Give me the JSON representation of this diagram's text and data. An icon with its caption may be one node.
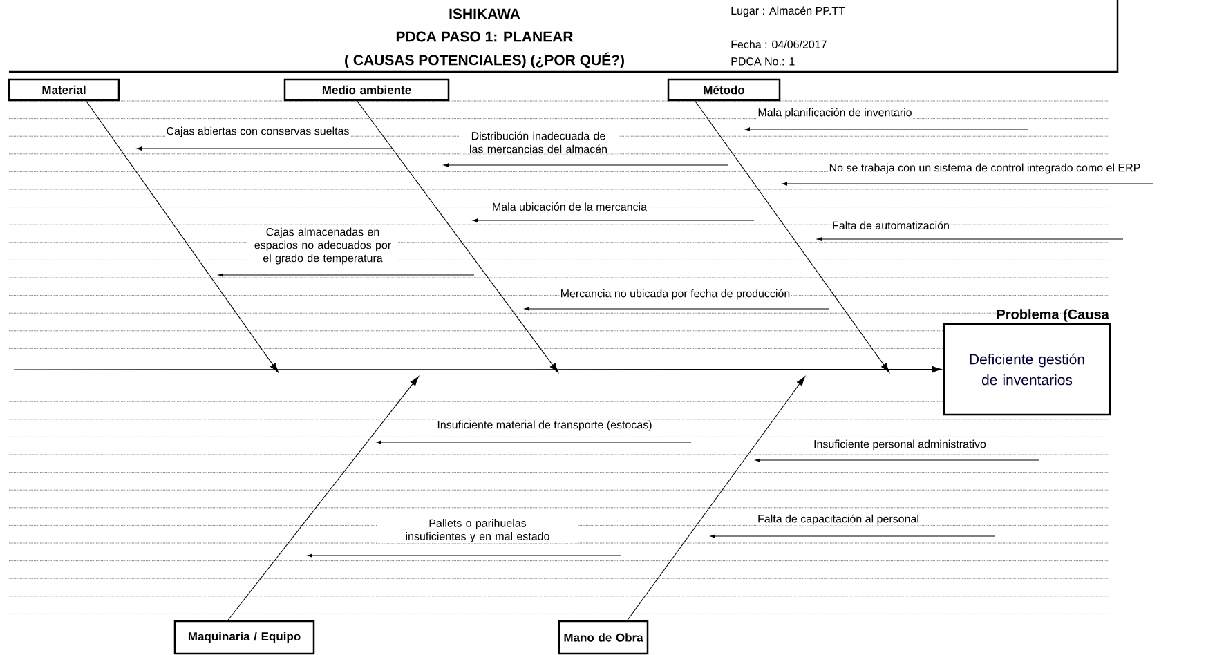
{
  "diagram": {
    "title": "ISHIKAWA",
    "nodes": [
      {
        "text": [
          "Material"
        ]
      },
      {
        "text": [
          "Medio ambiente"
        ]
      },
      {
        "text": [
          "Método"
        ]
      },
      {
        "text": [
          "Maquinaria / Equipo"
        ]
      },
      {
        "text": [
          "Mano de Obra"
        ]
      },
      {
        "text": [
          "Problema (Causa",
          "Deficiente gestión de inventarios"
        ]
      }
    ],
    "edges": [
      {
        "from": 0,
        "to": null,
        "arrow": "to"
      },
      {
        "from": 1,
        "to": null,
        "arrow": "to"
      },
      {
        "from": 2,
        "to": null,
        "arrow": "to"
      },
      {
        "from": 3,
        "to": null,
        "arrow": "to"
      },
      {
        "from": 4,
        "to": null,
        "arrow": "to"
      },
      {
        "from": null,
        "to": 5,
        "arrow": "to"
      }
    ],
    "labels": [
      "PDCA PASO 1: PLANEAR",
      "( CAUSAS POTENCIALES) (¿POR QUÉ?)",
      "Lugar : Almacén PP.TT",
      "Fecha : 04/06/2017",
      "PDCA No.: 1",
      "Mala planificación de inventario",
      "Cajas abiertas con conservas sueltas",
      "Distribución inadecuada de las mercancias del almacén",
      "No se trabaja con un sistema de control integrado como el ERP",
      "Mala ubicación de la mercancia",
      "Falta de automatización",
      "Cajas almacenadas en espacios no adecuados por el grado de temperatura",
      "Mercancia no ubicada por fecha de producción",
      "Insuficiente material de transporte (estocas)",
      "Insuficiente personal administrativo",
      "Falta de capacitación al personal",
      "Pallets o parihuelas insuficientes y en mal estado"
    ]
  }
}
